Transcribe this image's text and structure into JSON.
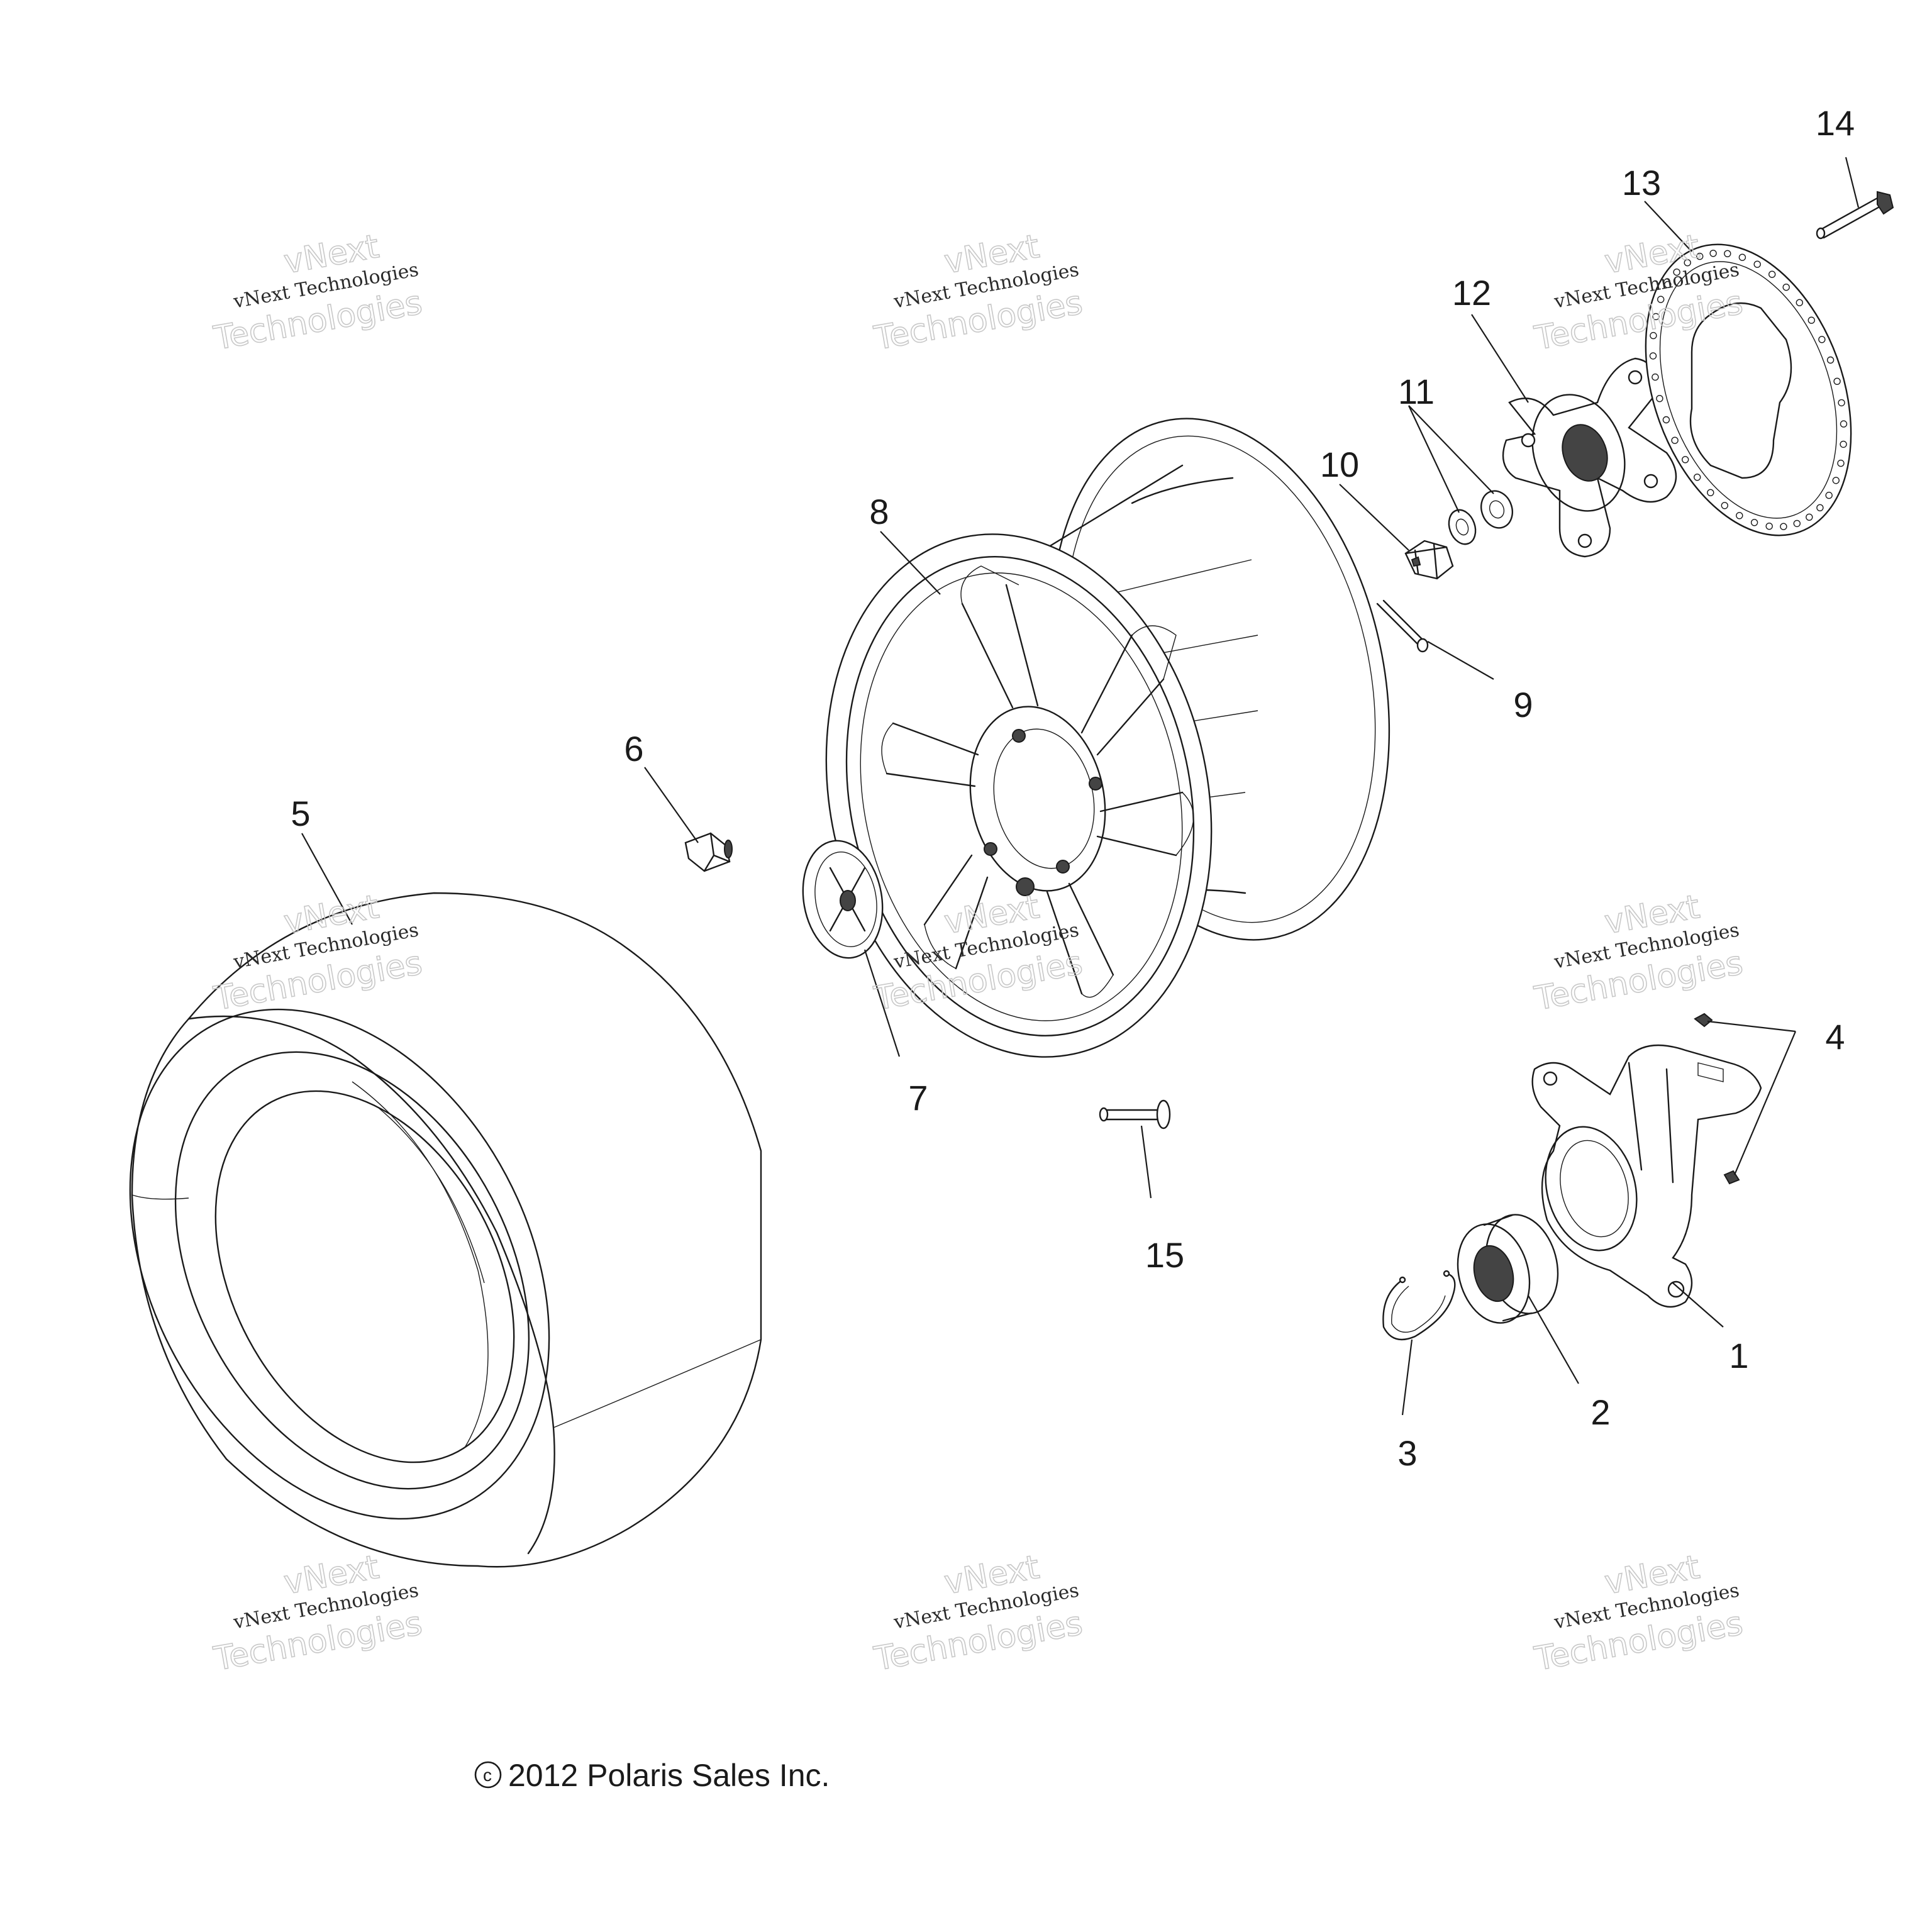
{
  "diagram": {
    "callouts": [
      {
        "id": "1",
        "text": "1"
      },
      {
        "id": "2",
        "text": "2"
      },
      {
        "id": "3",
        "text": "3"
      },
      {
        "id": "4",
        "text": "4"
      },
      {
        "id": "5",
        "text": "5"
      },
      {
        "id": "6",
        "text": "6"
      },
      {
        "id": "7",
        "text": "7"
      },
      {
        "id": "8",
        "text": "8"
      },
      {
        "id": "9",
        "text": "9"
      },
      {
        "id": "10",
        "text": "10"
      },
      {
        "id": "11",
        "text": "11"
      },
      {
        "id": "12",
        "text": "12"
      },
      {
        "id": "13",
        "text": "13"
      },
      {
        "id": "14",
        "text": "14"
      },
      {
        "id": "15",
        "text": "15"
      }
    ],
    "copyright": "2012 Polaris Sales Inc.",
    "watermark": {
      "line1": "vNext",
      "line2": "vNext Technologies",
      "line3": "Technologies"
    }
  }
}
